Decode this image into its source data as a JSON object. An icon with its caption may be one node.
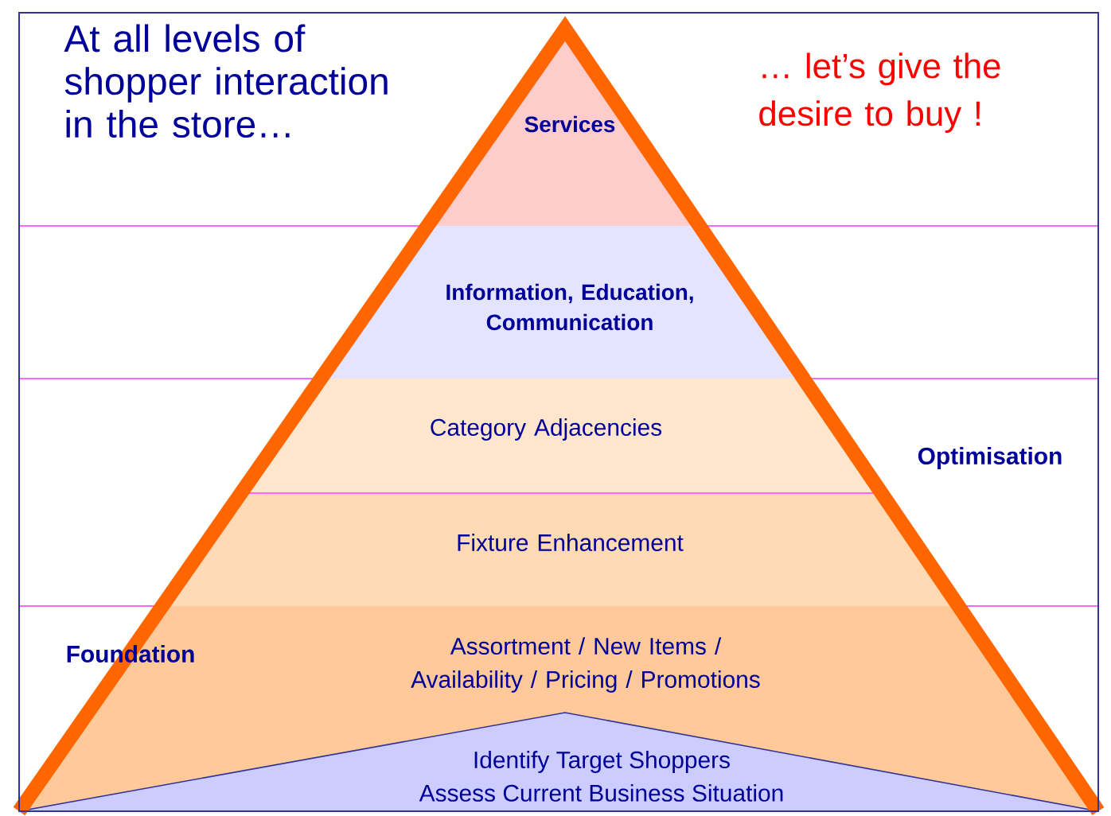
{
  "diagram": {
    "nodes": [
      {
        "text": [
          "Services"
        ]
      },
      {
        "text": [
          "Information, Education, Communication"
        ]
      },
      {
        "text": [
          "Category Adjacencies"
        ]
      },
      {
        "text": [
          "Fixture Enhancement"
        ]
      },
      {
        "text": [
          "Assortment / New Items / Availability / Pricing / Promotions"
        ]
      },
      {
        "text": [
          "Identify Target Shoppers",
          "Assess Current Business Situation"
        ],
        "in": 4
      }
    ],
    "labels": [
      "At all levels of shopper interaction in the store…",
      "… let’s give the desire to buy !",
      "Optimisation",
      "Foundation"
    ]
  }
}
